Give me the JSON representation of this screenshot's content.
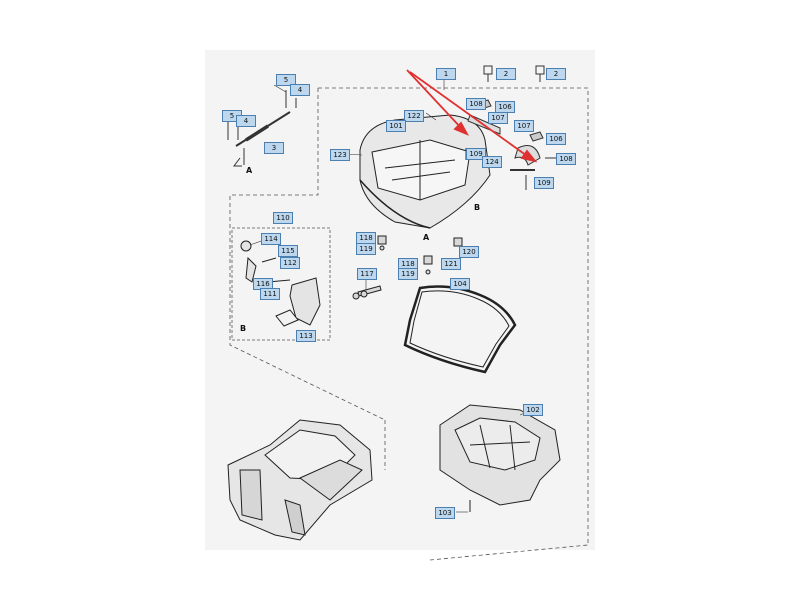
{
  "labels": {
    "l1": "1",
    "l2a": "2",
    "l2b": "2",
    "l3": "3",
    "l4a": "4",
    "l4b": "4",
    "l5a": "5",
    "l5b": "5",
    "l101": "101",
    "l102": "102",
    "l103": "103",
    "l104": "104",
    "l106a": "106",
    "l106b": "106",
    "l107a": "107",
    "l107b": "107",
    "l108a": "108",
    "l108b": "108",
    "l109a": "109",
    "l109b": "109",
    "l110": "110",
    "l111": "111",
    "l112": "112",
    "l113": "113",
    "l114": "114",
    "l115": "115",
    "l116": "116",
    "l117": "117",
    "l118a": "118",
    "l118b": "118",
    "l119a": "119",
    "l119b": "119",
    "l120": "120",
    "l121": "121",
    "l122": "122",
    "l123": "123",
    "l124": "124"
  },
  "view_markers": {
    "a1": "A",
    "a2": "A",
    "b1": "B",
    "b2": "B"
  },
  "colors": {
    "callout_fill": "#bcd7ee",
    "callout_border": "#4a7fb0",
    "arrow": "#e03030",
    "line": "#333333"
  }
}
